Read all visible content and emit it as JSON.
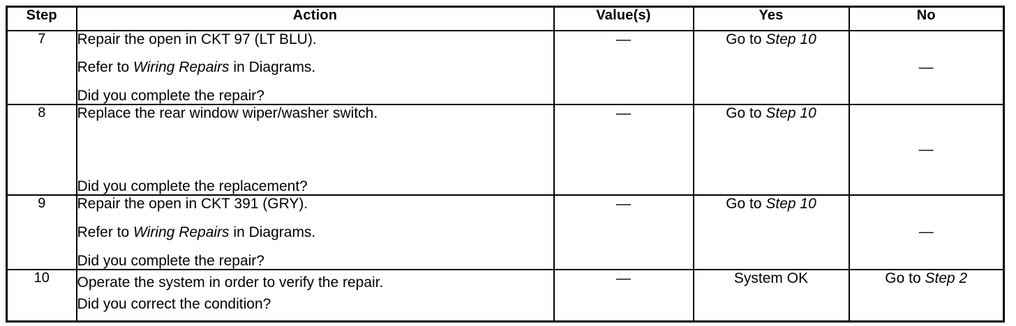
{
  "table": {
    "headers": [
      "Step",
      "Action",
      "Value(s)",
      "Yes",
      "No"
    ],
    "dash": "—",
    "rows": [
      {
        "step": "7",
        "action_lines": [
          {
            "pre": "Repair the open in CKT 97 (LT BLU).",
            "italic": "",
            "post": ""
          },
          {
            "pre": "Refer to ",
            "italic": "Wiring Repairs",
            "post": " in Diagrams."
          },
          {
            "pre": "Did you complete the repair?",
            "italic": "",
            "post": ""
          }
        ],
        "value": "—",
        "yes_pre": "Go to ",
        "yes_italic": "Step 10",
        "yes_post": "",
        "no_pre": "—",
        "no_italic": "",
        "no_post": "",
        "no_align": "middle"
      },
      {
        "step": "8",
        "action_lines": [
          {
            "pre": "Replace the rear window wiper/washer switch.",
            "italic": "",
            "post": ""
          },
          {
            "pre": "",
            "italic": "",
            "post": ""
          },
          {
            "pre": "Did you complete the replacement?",
            "italic": "",
            "post": ""
          }
        ],
        "value": "—",
        "yes_pre": "Go to ",
        "yes_italic": "Step 10",
        "yes_post": "",
        "no_pre": "—",
        "no_italic": "",
        "no_post": "",
        "no_align": "middle"
      },
      {
        "step": "9",
        "action_lines": [
          {
            "pre": "Repair the open in CKT 391 (GRY).",
            "italic": "",
            "post": ""
          },
          {
            "pre": "Refer to ",
            "italic": "Wiring Repairs",
            "post": " in Diagrams."
          },
          {
            "pre": "Did you complete the repair?",
            "italic": "",
            "post": ""
          }
        ],
        "value": "—",
        "yes_pre": "Go to ",
        "yes_italic": "Step 10",
        "yes_post": "",
        "no_pre": "—",
        "no_italic": "",
        "no_post": "",
        "no_align": "middle"
      },
      {
        "step": "10",
        "action_lines": [
          {
            "pre": "Operate the system in order to verify the repair.",
            "italic": "",
            "post": ""
          },
          {
            "pre": "Did you correct the condition?",
            "italic": "",
            "post": ""
          }
        ],
        "value": "—",
        "yes_pre": "System OK",
        "yes_italic": "",
        "yes_post": "",
        "no_pre": "Go to ",
        "no_italic": "Step 2",
        "no_post": "",
        "no_align": "bottom"
      }
    ]
  }
}
